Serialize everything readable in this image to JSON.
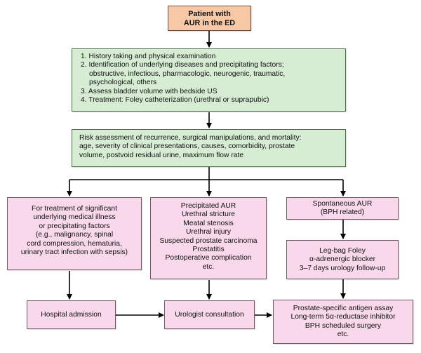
{
  "start": {
    "lines": [
      "Patient with",
      "AUR in the ED"
    ]
  },
  "initial_steps": {
    "items": [
      {
        "num": "1.",
        "lines": [
          "History taking and physical examination"
        ]
      },
      {
        "num": "2.",
        "lines": [
          "Identification of underlying diseases and precipitating factors;",
          "obstructive, infectious, pharmacologic, neurogenic, traumatic,",
          "psychological, others"
        ]
      },
      {
        "num": "3.",
        "lines": [
          "Assess bladder volume with bedside US"
        ]
      },
      {
        "num": "4.",
        "lines": [
          "Treatment: Foley catheterization (urethral or suprapubic)"
        ]
      }
    ]
  },
  "risk": {
    "lines": [
      "Risk assessment of recurrence, surgical manipulations, and mortality:",
      "age, severity of clinical presentations, causes, comorbidity, prostate",
      "volume, postvoid residual urine, maximum flow rate"
    ]
  },
  "branch_left": {
    "lines": [
      "For treatment of significant",
      "underlying medical illness",
      "or precipitating factors",
      "(e.g., malignancy, spinal",
      "cord compression, hematuria,",
      "urinary tract infection with sepsis)"
    ]
  },
  "branch_middle": {
    "lines": [
      "Precipitated AUR",
      "Urethral stricture",
      "Meatal stenosis",
      "Urethral injury",
      "Suspected prostate carcinoma",
      "Prostatitis",
      "Postoperative complication",
      "etc."
    ]
  },
  "branch_right": {
    "lines": [
      "Spontaneous AUR",
      "(BPH related)"
    ]
  },
  "legbag": {
    "lines": [
      "Leg-bag Foley",
      "α-adrenergic blocker",
      "3–7 days urology follow-up"
    ]
  },
  "hospital": {
    "label": "Hospital admission"
  },
  "urologist": {
    "label": "Urologist consultation"
  },
  "final": {
    "lines": [
      "Prostate-specific antigen assay",
      "Long-term 5α-reductase inhibitor",
      "BPH scheduled surgery",
      "etc."
    ]
  }
}
